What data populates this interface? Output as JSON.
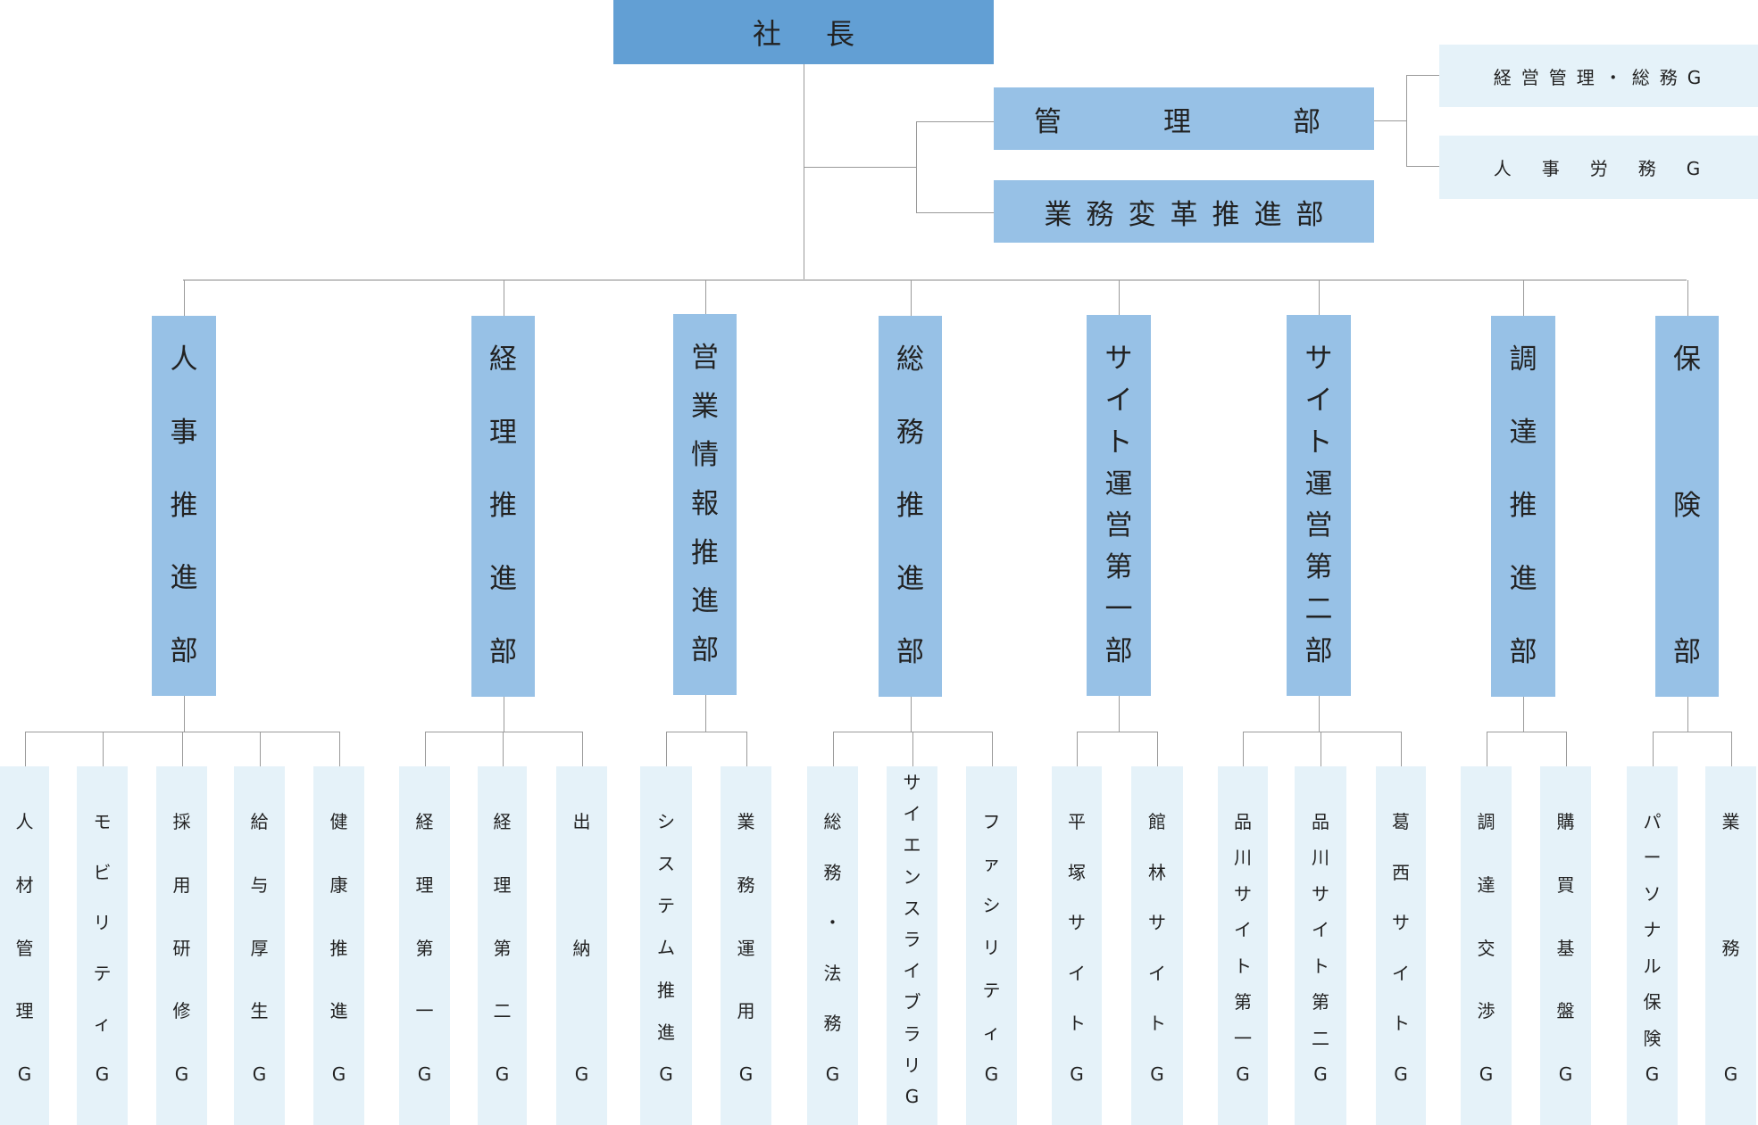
{
  "colors": {
    "president": "#629fd4",
    "department": "#97c1e6",
    "group": "#e5f2f9",
    "connector": "#9a9a9a",
    "text": "#222222"
  },
  "president": {
    "label": "社長"
  },
  "staff_departments": [
    {
      "label": "管理部",
      "groups": [
        "経営管理・総務G",
        "人事労務G"
      ]
    },
    {
      "label": "業務変革推進部",
      "groups": []
    }
  ],
  "departments": [
    {
      "label": "人事推進部",
      "groups": [
        "人材管理G",
        "モビリティG",
        "採用研修G",
        "給与厚生G",
        "健康推進G"
      ]
    },
    {
      "label": "経理推進部",
      "groups": [
        "経理第一G",
        "経理第二G",
        "出納G"
      ]
    },
    {
      "label": "営業情報推進部",
      "groups": [
        "システム推進G",
        "業務運用G"
      ]
    },
    {
      "label": "総務推進部",
      "groups": [
        "総務・法務G",
        "サイエンスライブラリG",
        "ファシリティG"
      ]
    },
    {
      "label": "サイト運営第一部",
      "groups": [
        "平塚サイトG",
        "館林サイトG"
      ]
    },
    {
      "label": "サイト運営第二部",
      "groups": [
        "品川サイト第一G",
        "品川サイト第二G",
        "葛西サイトG"
      ]
    },
    {
      "label": "調達推進部",
      "groups": [
        "調達交渉G",
        "購買基盤G"
      ]
    },
    {
      "label": "保険部",
      "groups": [
        "パーソナル保険G",
        "業務G"
      ]
    }
  ]
}
